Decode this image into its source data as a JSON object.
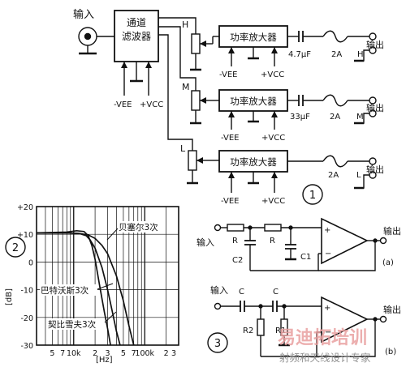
{
  "figure1": {
    "number": "1",
    "input_label": "输入",
    "filter_label_line1": "通道",
    "filter_label_line2": "滤波器",
    "filter_vee": "-VEE",
    "filter_vcc": "+VCC",
    "channels": [
      {
        "pot": "H",
        "amp": "功率放大器",
        "vee": "-VEE",
        "vcc": "+VCC",
        "cap": "4.7μF",
        "fuse": "2A",
        "out": "H",
        "out_label": "输出"
      },
      {
        "pot": "M",
        "amp": "功率放大器",
        "vee": "-VEE",
        "vcc": "+VCC",
        "cap": "33μF",
        "fuse": "2A",
        "out": "M",
        "out_label": "输出"
      },
      {
        "pot": "L",
        "amp": "功率放大器",
        "vee": "-VEE",
        "vcc": "+VCC",
        "cap": "",
        "fuse": "2A",
        "out": "L",
        "out_label": "输出"
      }
    ]
  },
  "figure2": {
    "number": "2",
    "y_unit": "[dB]",
    "x_unit": "[Hz]",
    "y_ticks": [
      "+20",
      "+10",
      "0",
      "-10",
      "-20",
      "-30"
    ],
    "x_ticks": [
      "5",
      "7",
      "10k",
      "2",
      "3",
      "5",
      "7",
      "100k",
      "2",
      "3"
    ],
    "labels": {
      "bessel": "贝塞尔3次",
      "butterworth": "巴特沃斯3次",
      "chebyshev": "契比雪夫3次"
    }
  },
  "figure3": {
    "number": "3",
    "a": {
      "input": "输入",
      "output": "输出",
      "r1": "R",
      "r2": "R",
      "c2": "C2",
      "c1": "C1",
      "tag": "(a)"
    },
    "b": {
      "input": "输入",
      "output": "输出",
      "c1": "C",
      "c2": "C",
      "r2": "R2",
      "r1": "R1",
      "tag": "(b)"
    }
  },
  "watermark": {
    "line1": "易迪拓培训",
    "line2": "射频和天线设计专家"
  },
  "chart_data": {
    "type": "line",
    "title": "",
    "xlabel": "[Hz]",
    "ylabel": "[dB]",
    "x_scale": "log",
    "xlim": [
      3000,
      300000
    ],
    "ylim": [
      -30,
      20
    ],
    "grid": true,
    "series": [
      {
        "name": "贝塞尔3次",
        "x": [
          3000,
          8000,
          12000,
          16000,
          20000,
          25000,
          30000,
          40000,
          50000,
          60000,
          70000
        ],
        "y": [
          10.5,
          10.5,
          10.3,
          9.8,
          8.5,
          6,
          3,
          -5,
          -14,
          -23,
          -30
        ]
      },
      {
        "name": "巴特沃斯3次",
        "x": [
          3000,
          8000,
          12000,
          15000,
          17000,
          20000,
          25000,
          30000,
          35000,
          40000,
          45000
        ],
        "y": [
          10.5,
          10.5,
          10.3,
          9.5,
          8,
          5,
          -2,
          -10,
          -18,
          -25,
          -30
        ]
      },
      {
        "name": "契比雪夫3次",
        "x": [
          3000,
          8000,
          11000,
          14000,
          16000,
          18000,
          20000,
          23000,
          27000,
          30000,
          33000
        ],
        "y": [
          10.5,
          10.8,
          11.3,
          11,
          9.5,
          6,
          1,
          -8,
          -18,
          -24,
          -30
        ]
      }
    ]
  }
}
